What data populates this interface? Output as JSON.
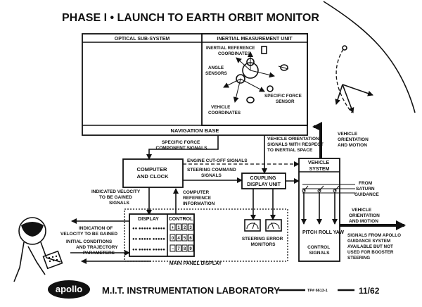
{
  "title": "PHASE I • LAUNCH TO EARTH ORBIT MONITOR",
  "blocks": {
    "optical": "OPTICAL SUB-SYSTEM",
    "imu": "INERTIAL MEASUREMENT UNIT",
    "nav_base": "NAVIGATION BASE",
    "computer": [
      "COMPUTER",
      "AND CLOCK"
    ],
    "coupling": [
      "COUPLING",
      "DISPLAY UNIT"
    ],
    "vehicle_system": [
      "VEHICLE",
      "SYSTEM"
    ],
    "main_panel": "MAIN PANEL DISPLAY",
    "display": "DISPLAY",
    "control": "CONTROL"
  },
  "imu_labels": {
    "inertial_ref": [
      "INERTIAL REFERENCE",
      "COORDINATES"
    ],
    "angle_sensors": [
      "ANGLE",
      "SENSORS"
    ],
    "specific_force_sensor": [
      "SPECIFIC FORCE",
      "SENSOR"
    ],
    "vehicle_coords": [
      "VEHICLE",
      "COORDINATES"
    ]
  },
  "signals": {
    "specific_force": [
      "SPECIFIC FORCE",
      "COMPONENT SIGNALS"
    ],
    "orientation_signals": [
      "VEHICLE ORIENTATION",
      "SIGNALS WITH RESPECT",
      "TO INERTIAL SPACE"
    ],
    "vehicle_orientation_motion": [
      "VEHICLE",
      "ORIENTATION",
      "AND MOTION"
    ],
    "engine_cutoff": "ENGINE CUT-OFF SIGNALS",
    "steering_command": [
      "STEERING COMMAND",
      "SIGNALS"
    ],
    "from_saturn": [
      "FROM",
      "SATURN",
      "GUIDANCE"
    ],
    "indicated_velocity": [
      "INDICATED VELOCITY",
      "TO BE GAINED",
      "SIGNALS"
    ],
    "computer_reference": [
      "COMPUTER",
      "REFERENCE",
      "INFORMATION"
    ],
    "vehicle_orientation_motion_2": [
      "VEHICLE",
      "ORIENTATION",
      "AND MOTION"
    ],
    "indication_velocity": [
      "INDICATION OF",
      "VELOCITY TO BE GAINED"
    ],
    "initial_conditions": [
      "INITIAL CONDITIONS",
      "AND TRAJECTORY",
      "PARAMETERS"
    ],
    "steering_error": [
      "STEERING ERROR",
      "MONITORS"
    ],
    "pitch_roll_yaw": "PITCH ROLL YAW",
    "control_signals": [
      "CONTROL",
      "SIGNALS"
    ],
    "signals_apollo": [
      "SIGNALS FROM APOLLO",
      "GUIDANCE SYSTEM",
      "AVAILABLE BUT NOT",
      "USED FOR BOOSTER",
      "STEERING"
    ]
  },
  "keys": {
    "display_rows": [
      "●● ●●●●● ●●●●●",
      "●● ●●●●● ●●●●●",
      "●● ●●●●● ●●●●●"
    ],
    "control_grid": [
      [
        "+",
        "1",
        "2",
        "3"
      ],
      [
        "0",
        "4",
        "5",
        "6"
      ],
      [
        "−",
        "7",
        "8",
        "9"
      ]
    ]
  },
  "footer": {
    "logo": "apollo",
    "lab": "M.I.T. INSTRUMENTATION LABORATORY",
    "tp": "TP# 6613-1",
    "date": "11/62"
  }
}
